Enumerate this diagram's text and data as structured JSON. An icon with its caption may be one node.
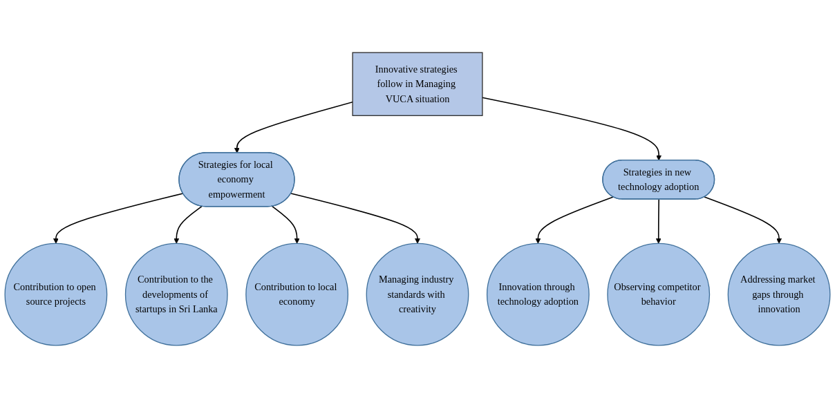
{
  "diagram": {
    "nodes": [
      {
        "text": [
          "Innovative strategies follow in Managing VUCA situation"
        ]
      },
      {
        "text": [
          "Strategies for local economy empowerment"
        ]
      },
      {
        "text": [
          "Strategies in new technology adoption"
        ]
      },
      {
        "text": [
          "Contribution to open source projects"
        ]
      },
      {
        "text": [
          "Contribution to the developments of startups in Sri Lanka"
        ]
      },
      {
        "text": [
          "Contribution to local economy"
        ]
      },
      {
        "text": [
          "Managing industry standards with creativity"
        ]
      },
      {
        "text": [
          "Innovation through technology adoption"
        ]
      },
      {
        "text": [
          "Observing competitor behavior"
        ]
      },
      {
        "text": [
          "Addressing market gaps through innovation"
        ]
      }
    ],
    "edges": [
      {
        "from": 0,
        "to": 1,
        "arrow": "to"
      },
      {
        "from": 0,
        "to": 2,
        "arrow": "to"
      },
      {
        "from": 1,
        "to": 3,
        "arrow": "to"
      },
      {
        "from": 1,
        "to": 4,
        "arrow": "to"
      },
      {
        "from": 1,
        "to": 5,
        "arrow": "to"
      },
      {
        "from": 1,
        "to": 6,
        "arrow": "to"
      },
      {
        "from": 2,
        "to": 7,
        "arrow": "to"
      },
      {
        "from": 2,
        "to": 8,
        "arrow": "to"
      },
      {
        "from": 2,
        "to": 9,
        "arrow": "to"
      }
    ]
  }
}
